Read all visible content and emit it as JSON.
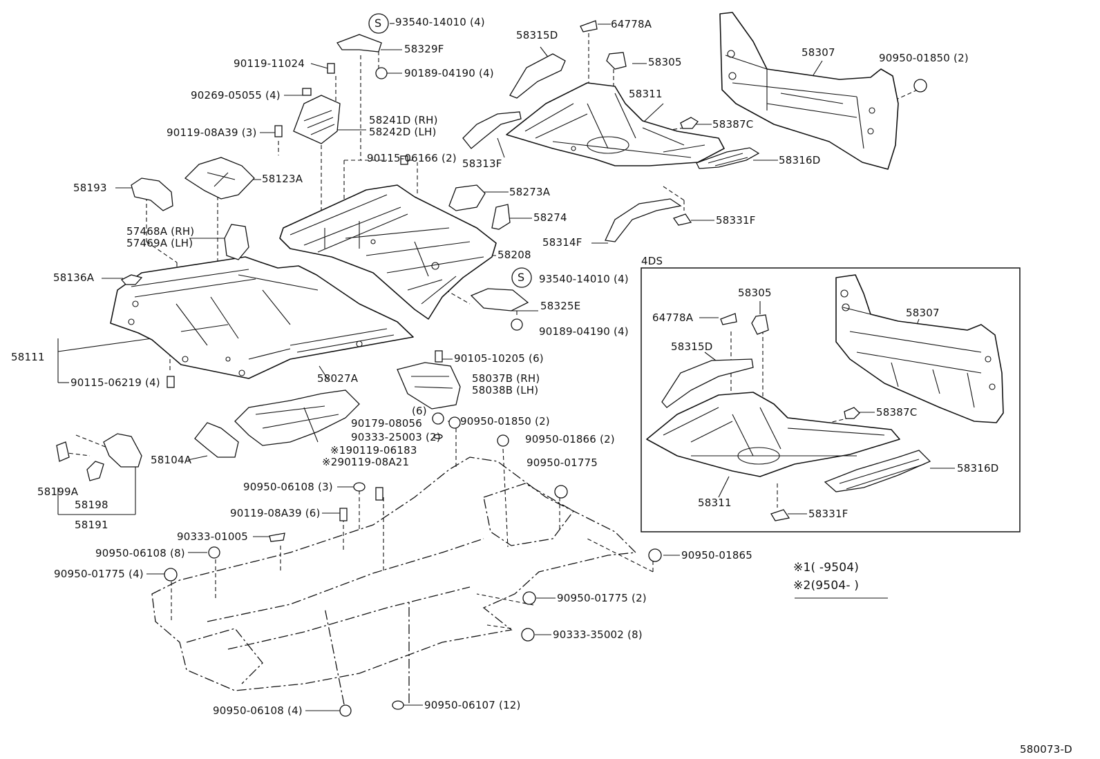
{
  "diagram_code": "580073-D",
  "inset_title": "4DS",
  "circle_s_symbol": "S",
  "notes": {
    "n1": "※1(      -9504)",
    "n2": "※2(9504-      )"
  },
  "labels": {
    "p93540_top": "93540-14010 (4)",
    "p64778a_top": "64778A",
    "p58315d_top": "58315D",
    "p58329f": "58329F",
    "p90119_11024": "90119-11024",
    "p90189_top": "90189-04190 (4)",
    "p58305_top": "58305",
    "p58307_top": "58307",
    "p90950_01850_top": "90950-01850 (2)",
    "p90269": "90269-05055 (4)",
    "p58311_top": "58311",
    "p58241d": "58241D (RH)",
    "p58242d": "58242D (LH)",
    "p58387c_top": "58387C",
    "p90119_08a39_top": "90119-08A39 (3)",
    "p58313f": "58313F",
    "p90115_06166": "90115-06166 (2)",
    "p58316d_top": "58316D",
    "p58193": "58193",
    "p58123a": "58123A",
    "p58273a": "58273A",
    "p58274": "58274",
    "p58331f_top": "58331F",
    "p57468a": "57468A (RH)",
    "p57469a": "57469A (LH)",
    "p58314f": "58314F",
    "p58208": "58208",
    "p58136a": "58136A",
    "p93540_mid": "93540-14010 (4)",
    "p58325e": "58325E",
    "p90189_mid": "90189-04190 (4)",
    "p58111": "58111",
    "p58027a": "58027A",
    "p90115_06219": "90115-06219 (4)",
    "p90105": "90105-10205 (6)",
    "p58037b": "58037B (RH)",
    "p58038b": "58038B (LH)",
    "p_six": "(6)",
    "p90179": "90179-08056",
    "p90950_01850_mid": "90950-01850 (2)",
    "p90333_25003": "90333-25003 (2)",
    "p90950_01866": "90950-01866 (2)",
    "p90119_06183": "※190119-06183",
    "p90119_08a21": "※290119-08A21",
    "p58104a": "58104A",
    "p90950_01775_a": "90950-01775",
    "p58199a": "58199A",
    "p58198": "58198",
    "p58191": "58191",
    "p90950_06108_a": "90950-06108 (3)",
    "p90119_08a39_b": "90119-08A39 (6)",
    "p90333_01005": "90333-01005",
    "p90950_06108_b": "90950-06108 (8)",
    "p90950_01775_b": "90950-01775 (4)",
    "p90950_01865": "90950-01865",
    "p90950_01775_c": "90950-01775 (2)",
    "p90333_35002": "90333-35002 (8)",
    "p90950_06108_c": "90950-06108 (4)",
    "p90950_06107": "90950-06107 (12)",
    "i58305": "58305",
    "i64778a": "64778A",
    "i58307": "58307",
    "i58315d": "58315D",
    "i58387c": "58387C",
    "i58316d": "58316D",
    "i58311": "58311",
    "i58331f": "58331F"
  }
}
